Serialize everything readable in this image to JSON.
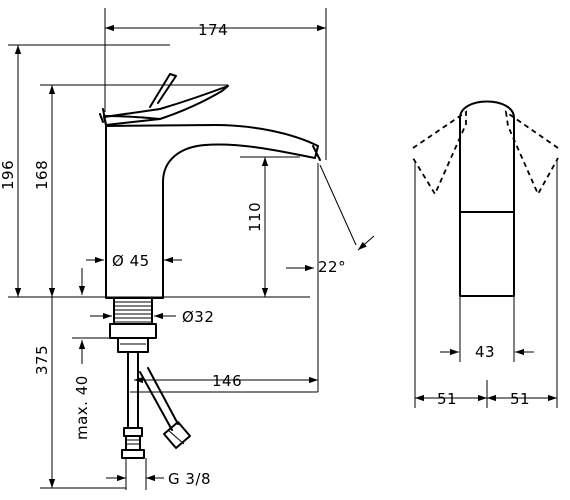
{
  "dimensions": {
    "total_width": "174",
    "overall_height": "196",
    "spout_height": "168",
    "spout_clearance": "110",
    "spout_angle": "22°",
    "body_diameter": "Ø 45",
    "shank_diameter": "Ø32",
    "below_deck_length": "375",
    "max_deck_thickness": "max. 40",
    "spout_reach": "146",
    "connection_thread": "G 3/8",
    "lever_width": "43",
    "lever_swing_left": "51",
    "lever_swing_right": "51"
  }
}
